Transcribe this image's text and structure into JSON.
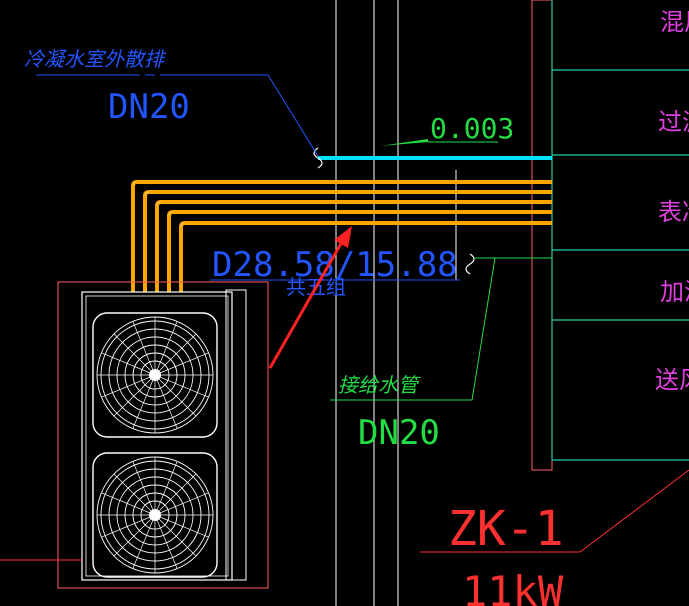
{
  "labels": {
    "condensate_title": "冷凝水室外散排",
    "condensate_size": "DN20",
    "slope": "0.003",
    "refrigerant_size": "D28.58/15.88",
    "refrigerant_count": "共五组",
    "supply_title": "接给水管",
    "supply_size": "DN20",
    "unit_tag": "ZK-1",
    "unit_power": "11kW"
  },
  "right_labels": [
    "混风",
    "过滤",
    "表冷",
    "加湿",
    "送风"
  ],
  "colors": {
    "background": "#000000",
    "refrigerant": "#ffa500",
    "condensate_pipe": "#00e0ff",
    "condensate_label": "#2255ff",
    "supply_label": "#22dd44",
    "slope_label": "#22dd44",
    "equipment_outline": "#ff6060",
    "unit_label": "#ff3030",
    "ahu_outline": "#22ccaa",
    "right_labels": "#e040e0",
    "fan_lines": "#ffffff",
    "grid_lines": "#ffffff",
    "arrow": "#ff2222"
  }
}
